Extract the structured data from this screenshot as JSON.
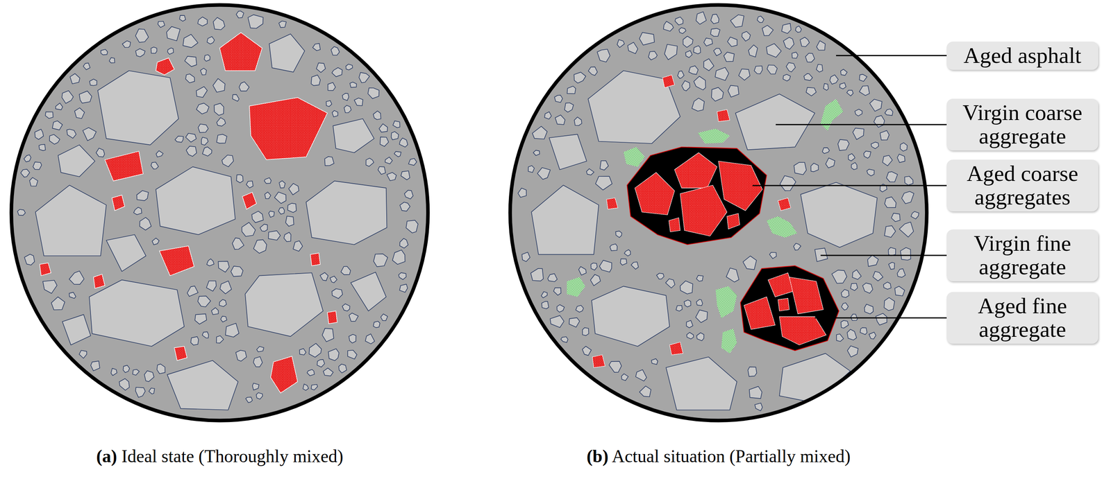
{
  "diagram": {
    "nodes": [
      {
        "text": [
          "Aged asphalt"
        ]
      },
      {
        "text": [
          "Virgin coarse aggregate"
        ]
      },
      {
        "text": [
          "Aged coarse aggregates"
        ]
      },
      {
        "text": [
          "Virgin fine aggregate"
        ]
      },
      {
        "text": [
          "Aged fine aggregate"
        ]
      }
    ],
    "labels": [
      "(a) Ideal state (Thoroughly mixed)",
      "(b) Actual situation (Partially mixed)"
    ]
  }
}
